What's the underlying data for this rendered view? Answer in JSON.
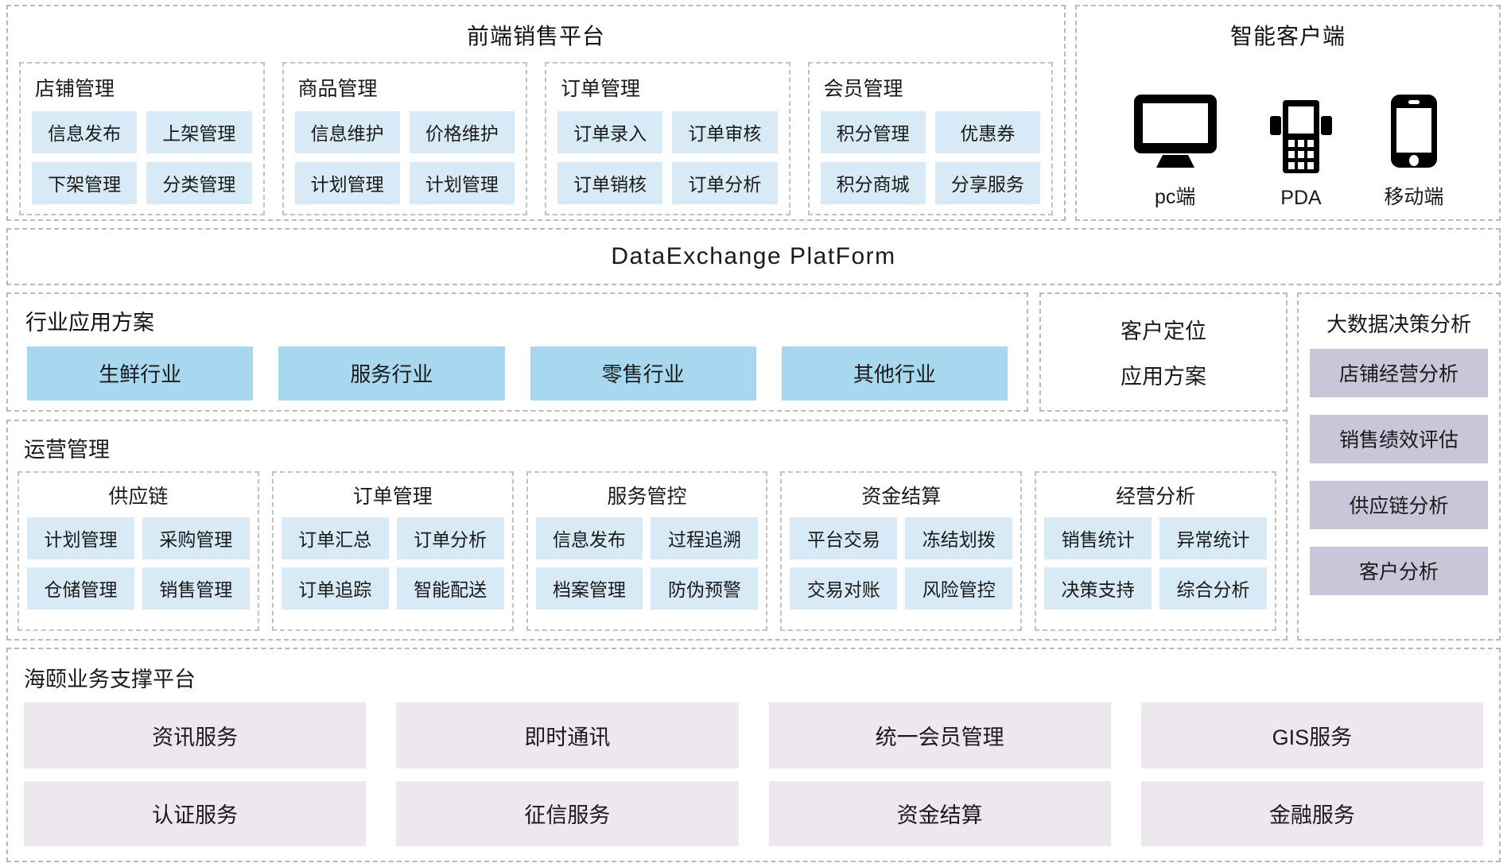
{
  "frontend": {
    "title": "前端销售平台",
    "cards": [
      {
        "title": "店铺管理",
        "items": [
          "信息发布",
          "上架管理",
          "下架管理",
          "分类管理"
        ]
      },
      {
        "title": "商品管理",
        "items": [
          "信息维护",
          "价格维护",
          "计划管理",
          "计划管理"
        ]
      },
      {
        "title": "订单管理",
        "items": [
          "订单录入",
          "订单审核",
          "订单销核",
          "订单分析"
        ]
      },
      {
        "title": "会员管理",
        "items": [
          "积分管理",
          "优惠券",
          "积分商城",
          "分享服务"
        ]
      }
    ]
  },
  "client": {
    "title": "智能客户端",
    "devices": [
      {
        "icon": "monitor-icon",
        "label": "pc端"
      },
      {
        "icon": "pda-icon",
        "label": "PDA"
      },
      {
        "icon": "mobile-icon",
        "label": "移动端"
      }
    ]
  },
  "exchange": {
    "title": "DataExchange  PlatForm"
  },
  "industry": {
    "title": "行业应用方案",
    "items": [
      "生鲜行业",
      "服务行业",
      "零售行业",
      "其他行业"
    ]
  },
  "customer_position": {
    "line1": "客户定位",
    "line2": "应用方案"
  },
  "operations": {
    "title": "运营管理",
    "cards": [
      {
        "title": "供应链",
        "items": [
          "计划管理",
          "采购管理",
          "仓储管理",
          "销售管理"
        ]
      },
      {
        "title": "订单管理",
        "items": [
          "订单汇总",
          "订单分析",
          "订单追踪",
          "智能配送"
        ]
      },
      {
        "title": "服务管控",
        "items": [
          "信息发布",
          "过程追溯",
          "档案管理",
          "防伪预警"
        ]
      },
      {
        "title": "资金结算",
        "items": [
          "平台交易",
          "冻结划拨",
          "交易对账",
          "风险管控"
        ]
      },
      {
        "title": "经营分析",
        "items": [
          "销售统计",
          "异常统计",
          "决策支持",
          "综合分析"
        ]
      }
    ]
  },
  "bigdata": {
    "title": "大数据决策分析",
    "items": [
      "店铺经营分析",
      "销售绩效评估",
      "供应链分析",
      "客户分析"
    ]
  },
  "support_platform": {
    "title": "海颐业务支撑平台",
    "items": [
      "资讯服务",
      "即时通讯",
      "统一会员管理",
      "GIS服务",
      "认证服务",
      "征信服务",
      "资金结算",
      "金融服务"
    ]
  },
  "colors": {
    "chip_blue": "#d8eaf5",
    "industry_blue": "#a8d8f0",
    "chip_purple": "#c9c6d9",
    "chip_lavender": "#ece8ee",
    "border_dashed": "#b9b9b9"
  }
}
